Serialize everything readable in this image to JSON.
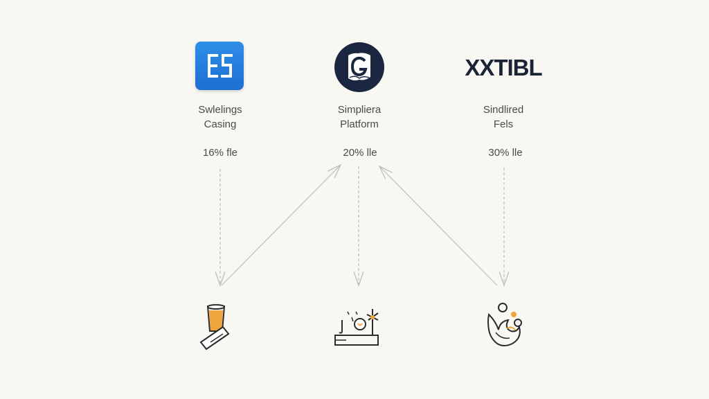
{
  "columns": [
    {
      "logo_text": "ES",
      "name_line1": "Swlelings",
      "name_line2": "Casing",
      "fee": "16% fle",
      "bottom_icon": "cup-and-card-icon"
    },
    {
      "logo_text": "G",
      "name_line1": "Simpliera",
      "name_line2": "Platform",
      "fee": "20% lle",
      "bottom_icon": "workbench-tools-icon"
    },
    {
      "logo_text": "XXTIBL",
      "name_line1": "Sindlired",
      "name_line2": "Fels",
      "fee": "30% lle",
      "bottom_icon": "hand-with-coins-icon"
    }
  ],
  "colors": {
    "background": "#f8f7f2",
    "blue_logo": "#2f8ee8",
    "navy_logo": "#1b2740",
    "wordmark": "#1b2436",
    "text": "#4a4a4a",
    "arrow": "#bdbdbd",
    "accent_orange": "#f0a43c"
  }
}
